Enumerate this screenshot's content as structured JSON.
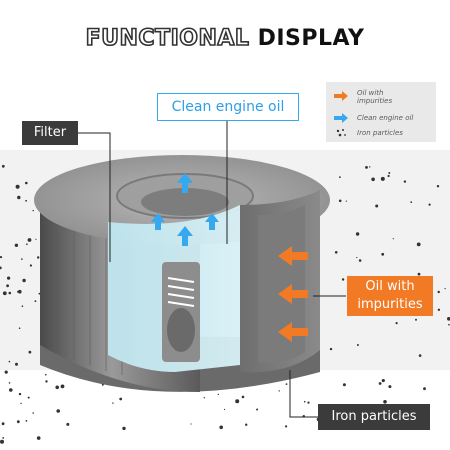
{
  "header": {
    "title_outline": "FUNCTIONAL",
    "title_bold": "DISPLAY"
  },
  "labels": {
    "filter": "Filter",
    "clean_oil": "Clean engine oil",
    "oil_impurities_line1": "Oil with",
    "oil_impurities_line2": "impurities",
    "iron_particles": "Iron particles"
  },
  "legend": {
    "items": [
      {
        "label_line1": "Oil with",
        "label_line2": "impurities",
        "icon": "orange-arrow-icon",
        "color": "#f37a24"
      },
      {
        "label_line1": "Clean engine oil",
        "label_line2": "",
        "icon": "blue-arrow-icon",
        "color": "#35a8f0"
      },
      {
        "label_line1": "Iron particles",
        "label_line2": "",
        "icon": "particles-icon",
        "color": "#333333"
      }
    ]
  },
  "colors": {
    "orange_accent": "#f37a24",
    "blue_accent": "#35a8f0",
    "dark_label": "#3b3b3b"
  }
}
